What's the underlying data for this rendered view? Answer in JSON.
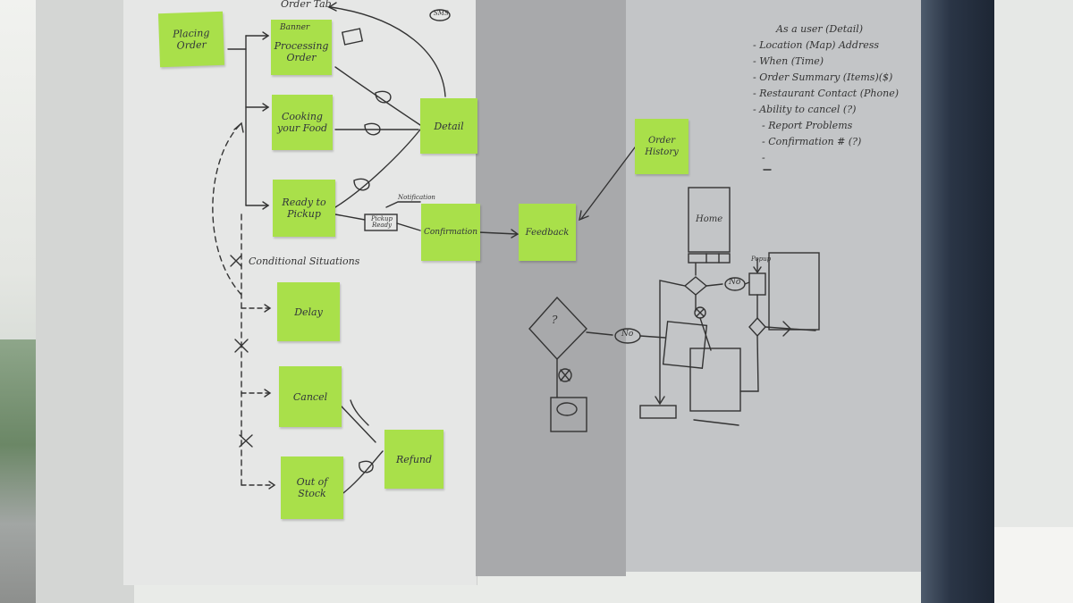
{
  "notes": {
    "placing_order": "Placing Order",
    "banner": "Banner",
    "processing_order": "Processing Order",
    "cooking_food": "Cooking your Food",
    "ready_pickup": "Ready to Pickup",
    "detail": "Detail",
    "confirmation": "Confirmation",
    "feedback": "Feedback",
    "order_history": "Order History",
    "delay": "Delay",
    "cancel": "Cancel",
    "refund": "Refund",
    "out_of_stock": "Out of Stock"
  },
  "handwriting": {
    "order_tab": "Order Tab",
    "sms": "SMS",
    "notification": "Notification",
    "pickup_ready": "Pickup Ready",
    "conditional": "Conditional Situations",
    "home": "Home",
    "popup": "Popup",
    "question": "?",
    "no_left": "No",
    "no_right": "No"
  },
  "list": {
    "heading": "As a user (Detail)",
    "items": [
      "- Location (Map) Address",
      "- When (Time)",
      "- Order Summary (Items)($)",
      "- Restaurant Contact (Phone)",
      "- Ability to cancel (?)",
      "- Report Problems",
      "- Confirmation # (?)",
      "-"
    ]
  }
}
